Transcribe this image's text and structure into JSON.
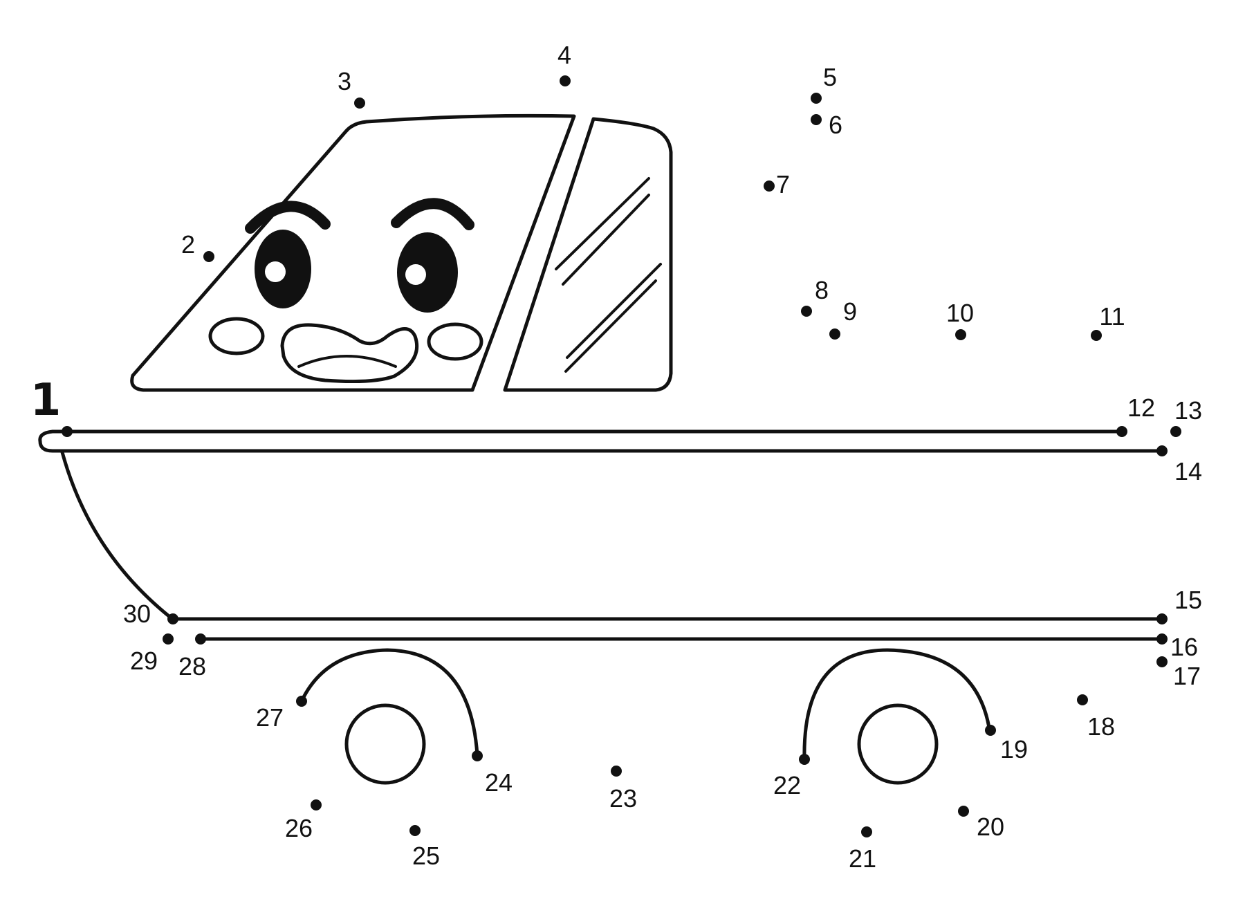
{
  "worksheet": {
    "subject": "truck-connect-the-dots",
    "ink_color": "#111111",
    "paper_color": "#ffffff",
    "dots": [
      {
        "n": "1"
      },
      {
        "n": "2"
      },
      {
        "n": "3"
      },
      {
        "n": "4"
      },
      {
        "n": "5"
      },
      {
        "n": "6"
      },
      {
        "n": "7"
      },
      {
        "n": "8"
      },
      {
        "n": "9"
      },
      {
        "n": "10"
      },
      {
        "n": "11"
      },
      {
        "n": "12"
      },
      {
        "n": "13"
      },
      {
        "n": "14"
      },
      {
        "n": "15"
      },
      {
        "n": "16"
      },
      {
        "n": "17"
      },
      {
        "n": "18"
      },
      {
        "n": "19"
      },
      {
        "n": "20"
      },
      {
        "n": "21"
      },
      {
        "n": "22"
      },
      {
        "n": "23"
      },
      {
        "n": "24"
      },
      {
        "n": "25"
      },
      {
        "n": "26"
      },
      {
        "n": "27"
      },
      {
        "n": "28"
      },
      {
        "n": "29"
      },
      {
        "n": "30"
      }
    ]
  }
}
